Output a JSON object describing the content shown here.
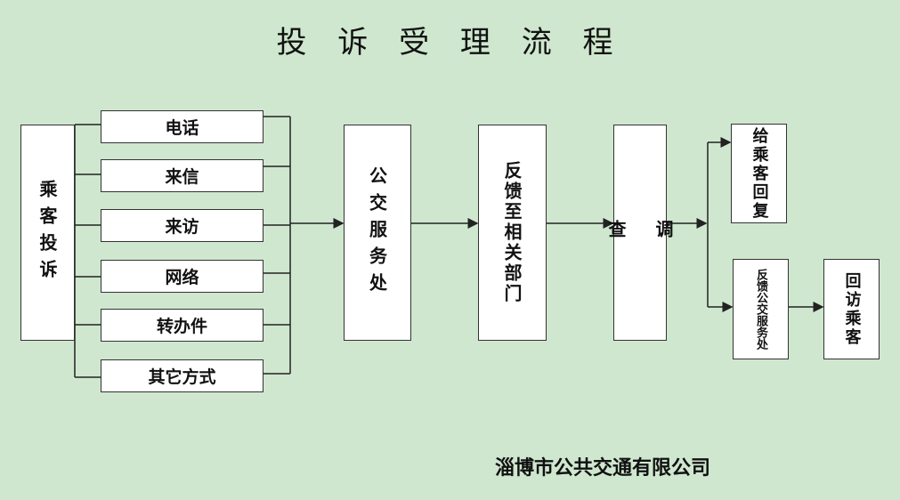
{
  "title": "投 诉 受 理 流 程",
  "source_box": "乘客投诉",
  "channels": [
    "电话",
    "来信",
    "来访",
    "网络",
    "转办件",
    "其它方式"
  ],
  "service_office": "公交服务处",
  "feedback_dept": "反馈至相关部门",
  "investigate": "调\n\n查",
  "reply_passenger": "给乘客回复",
  "feedback_service": "反馈公交服务处",
  "revisit": "回访乘客",
  "footer": "淄博市公共交通有限公司"
}
